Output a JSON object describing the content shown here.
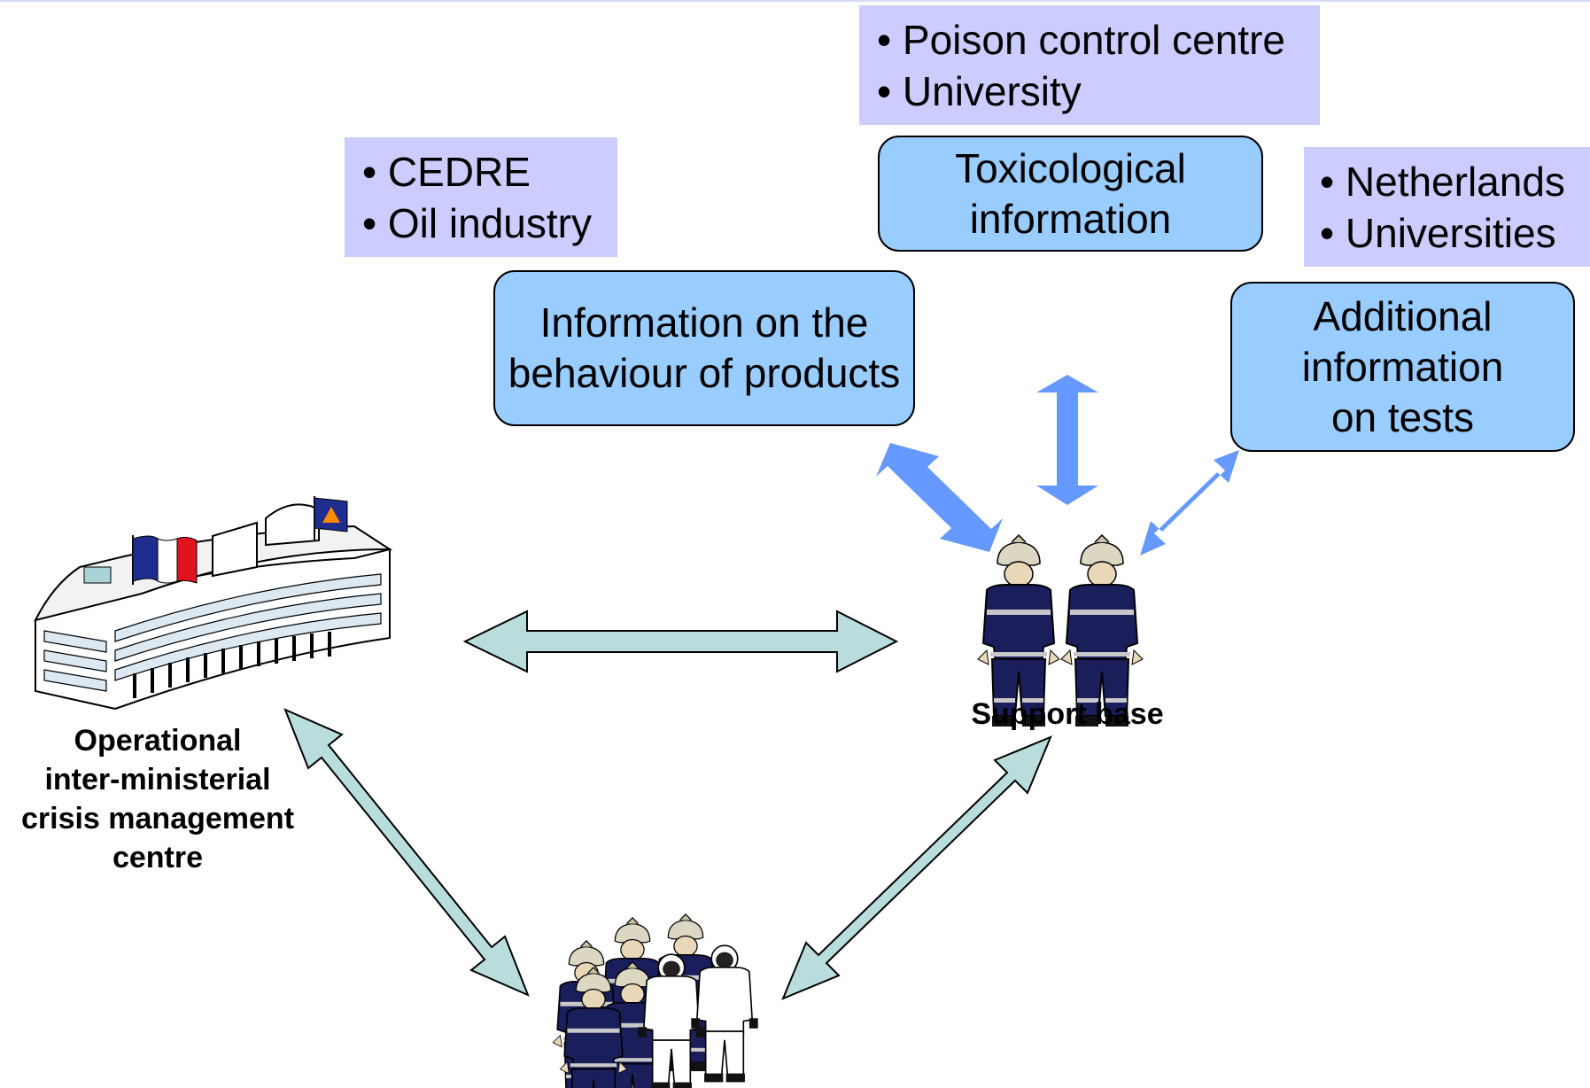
{
  "sources": {
    "toxicology": [
      "• Poison control centre",
      "• University"
    ],
    "behaviour": [
      "• CEDRE",
      "• Oil industry"
    ],
    "tests": [
      "• Netherlands",
      "• Universities"
    ]
  },
  "boxes": {
    "behaviour": "Information on the\nbehaviour of products",
    "toxicology": "Toxicological\ninformation",
    "tests": "Additional\ninformation\non tests"
  },
  "captions": {
    "crisis_centre": "Operational\ninter-ministerial\ncrisis management\ncentre",
    "support_base": "Support base"
  },
  "colors": {
    "source_bg": "#ccccff",
    "info_box": "#99ccff",
    "link_arrow": "#b9dcdc",
    "info_arrow": "#6699ff",
    "uniform_navy": "#1a1f5c"
  }
}
